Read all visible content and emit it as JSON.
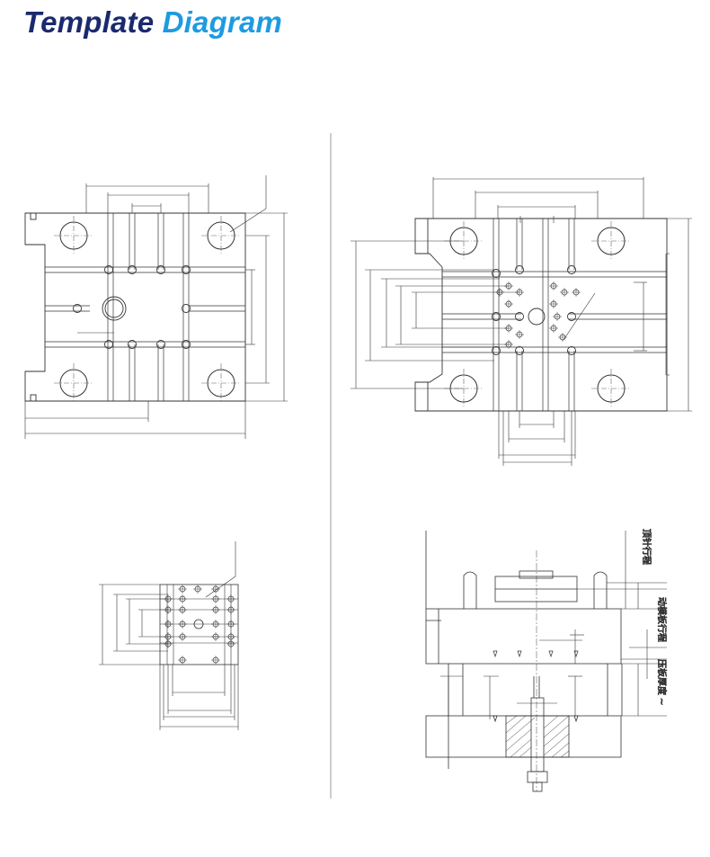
{
  "header": {
    "title_part1": "Template",
    "title_part2": "Diagram"
  },
  "colors": {
    "title_dark": "#1a2a6e",
    "title_light": "#1e9be0",
    "line": "#333333",
    "divider": "#999999"
  },
  "section_view": {
    "labels": [
      "顶针行程",
      "动模板行程",
      "压板厚度",
      "~"
    ]
  }
}
